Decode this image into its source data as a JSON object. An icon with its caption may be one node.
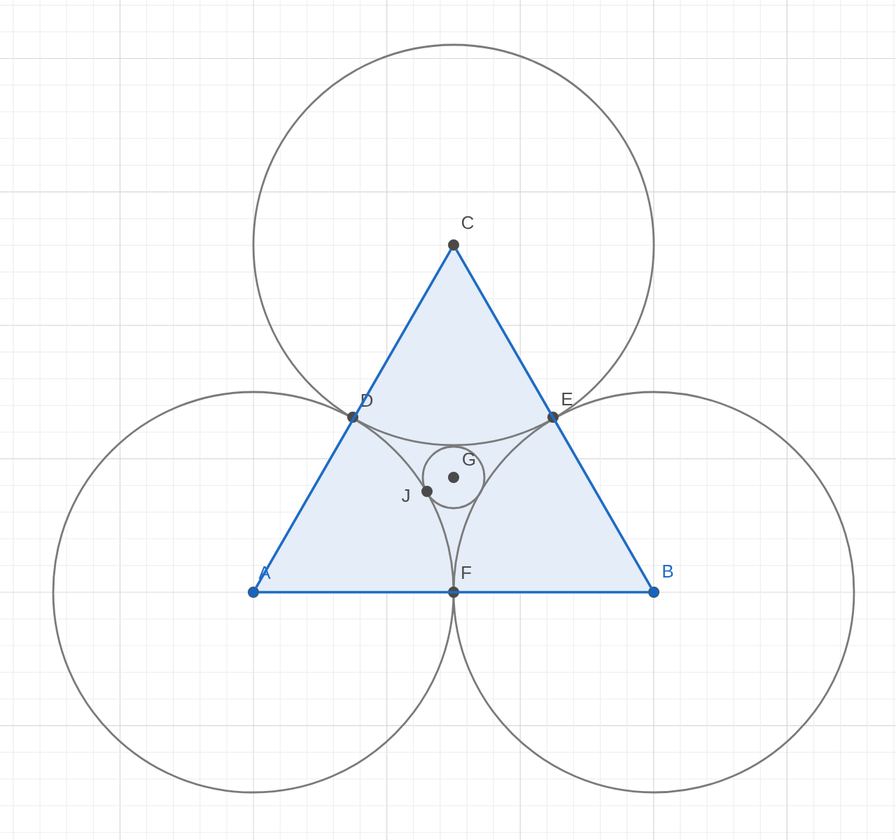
{
  "diagram": {
    "nodes": [
      {
        "text": [
          "A"
        ]
      },
      {
        "text": [
          "B"
        ]
      },
      {
        "text": [
          "C"
        ]
      },
      {
        "text": [
          "D"
        ]
      },
      {
        "text": [
          "E"
        ]
      },
      {
        "text": [
          "F"
        ]
      },
      {
        "text": [
          "G"
        ]
      },
      {
        "text": [
          "J"
        ]
      }
    ],
    "edges": [
      {
        "from": 0,
        "to": 1,
        "arrow": "none"
      },
      {
        "from": 1,
        "to": 2,
        "arrow": "none"
      },
      {
        "from": 2,
        "to": 0,
        "arrow": "none"
      }
    ]
  }
}
